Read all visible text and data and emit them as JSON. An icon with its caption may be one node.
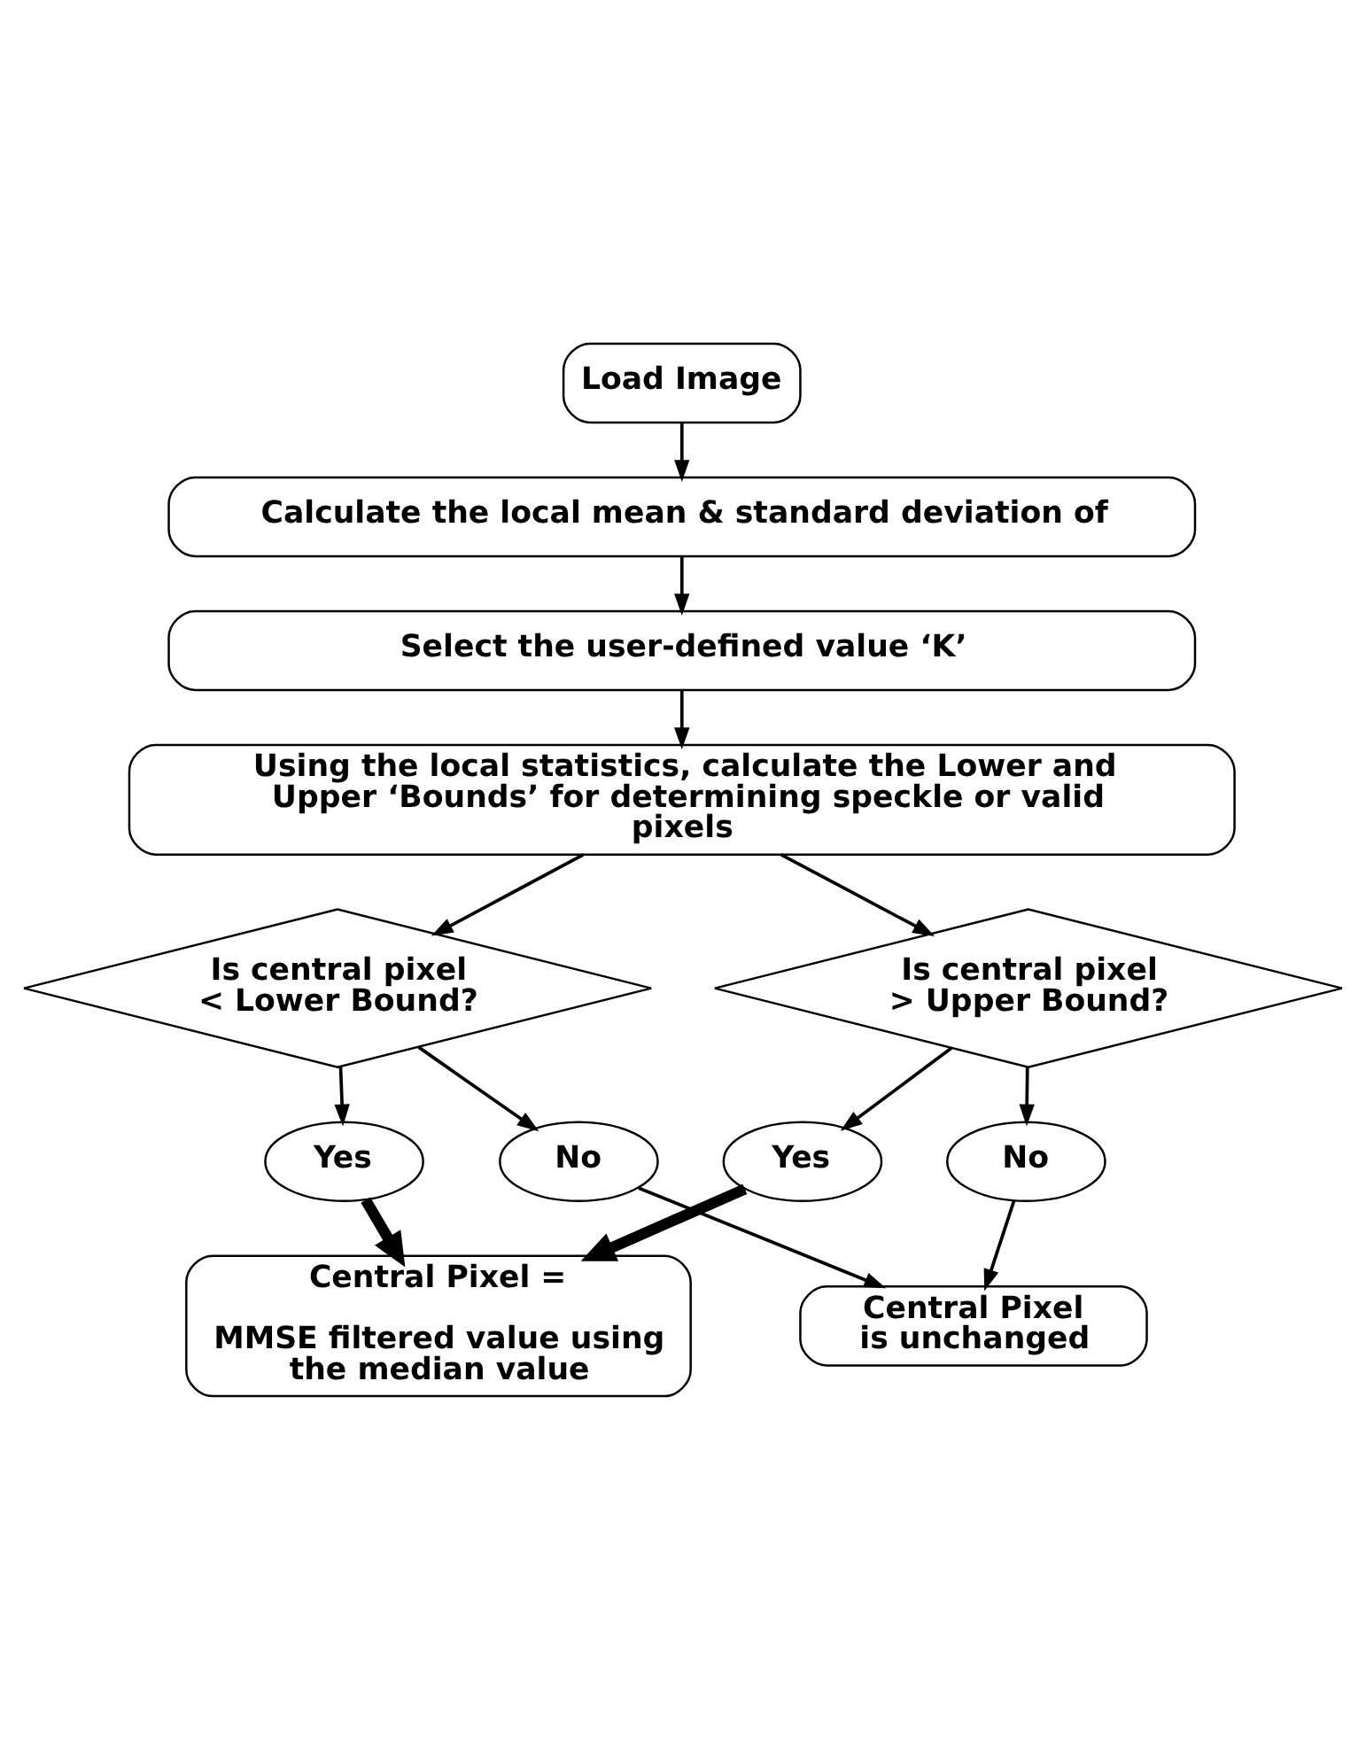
{
  "diagram": {
    "nodes": [
      {
        "text": [
          "Load Image"
        ]
      },
      {
        "text": [
          "Calculate the local mean & standard deviation of"
        ]
      },
      {
        "text": [
          "Select the user-defined value ‘K’"
        ]
      },
      {
        "text": [
          "Using the local statistics, calculate the Lower and Upper ‘Bounds’ for determining speckle or valid pixels"
        ]
      },
      {
        "text": [
          "Is central pixel < Lower Bound?"
        ]
      },
      {
        "text": [
          "Is central pixel > Upper Bound?"
        ]
      },
      {
        "text": [
          "Yes"
        ]
      },
      {
        "text": [
          "No"
        ]
      },
      {
        "text": [
          "Yes"
        ]
      },
      {
        "text": [
          "No"
        ]
      },
      {
        "text": [
          "Central Pixel =",
          "MMSE filtered value using the median value"
        ]
      },
      {
        "text": [
          "Central Pixel is unchanged"
        ]
      }
    ],
    "edges": [
      {
        "from": 0,
        "to": 1,
        "arrow": "to"
      },
      {
        "from": 1,
        "to": 2,
        "arrow": "to"
      },
      {
        "from": 2,
        "to": 3,
        "arrow": "to"
      },
      {
        "from": 3,
        "to": 4,
        "arrow": "to"
      },
      {
        "from": 3,
        "to": 5,
        "arrow": "to"
      },
      {
        "from": 4,
        "to": 6,
        "arrow": "to"
      },
      {
        "from": 4,
        "to": 7,
        "arrow": "to"
      },
      {
        "from": 5,
        "to": 8,
        "arrow": "to"
      },
      {
        "from": 5,
        "to": 9,
        "arrow": "to"
      },
      {
        "from": 6,
        "to": 10,
        "arrow": "to",
        "style": "thick"
      },
      {
        "from": 7,
        "to": 11,
        "arrow": "to"
      },
      {
        "from": 8,
        "to": 10,
        "arrow": "to",
        "style": "thick"
      },
      {
        "from": 9,
        "to": 11,
        "arrow": "to"
      }
    ]
  }
}
